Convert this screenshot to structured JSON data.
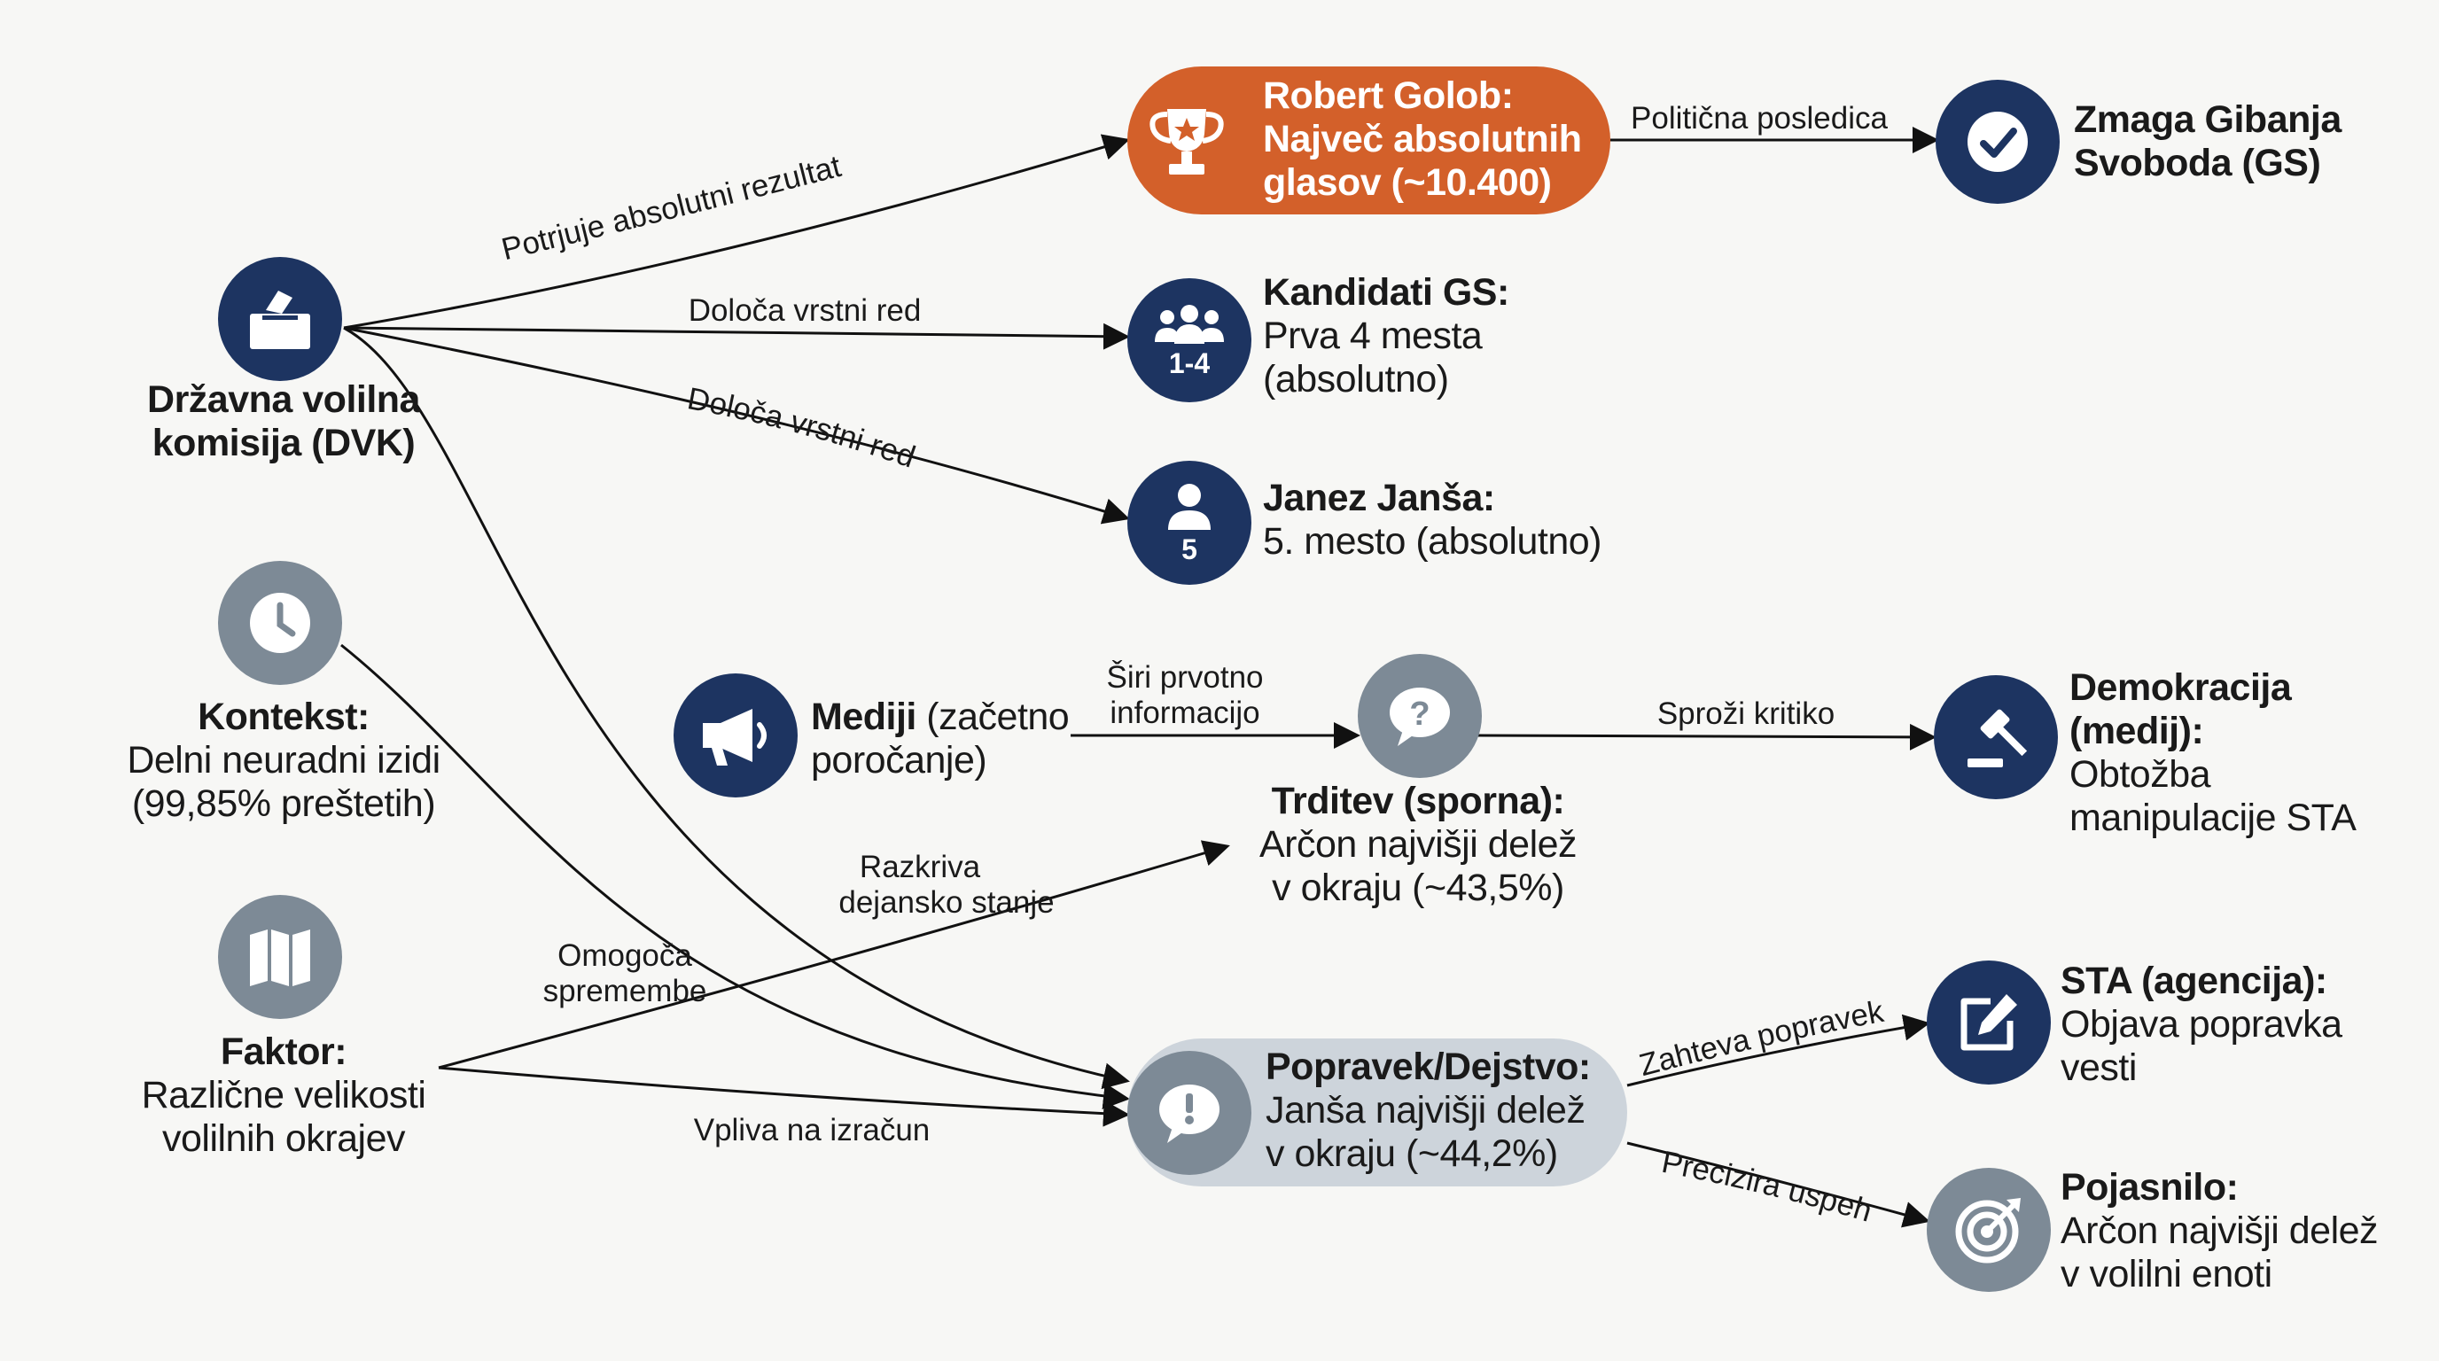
{
  "nodes": {
    "dvk": {
      "title": "Državna volilna komisija (DVK)",
      "line1": "Državna volilna",
      "line2": "komisija (DVK)",
      "icon": "ballot-box-icon"
    },
    "context": {
      "title": "Kontekst:",
      "line1": "Delni neuradni izidi",
      "line2": "(99,85% preštetih)",
      "icon": "clock-icon"
    },
    "factor": {
      "title": "Faktor:",
      "line1": "Različne velikosti",
      "line2": "volilnih okrajev",
      "icon": "map-icon"
    },
    "golob": {
      "line1": "Robert Golob:",
      "line2": "Največ absolutnih",
      "line3": "glasov (~10.400)",
      "icon": "trophy-icon"
    },
    "gs_win": {
      "line1": "Zmaga Gibanja",
      "line2": "Svoboda (GS)",
      "icon": "check-icon"
    },
    "gs_candidates": {
      "title": "Kandidati GS:",
      "line1": "Prva 4 mesta",
      "line2": "(absolutno)",
      "badge": "1-4",
      "icon": "group-icon"
    },
    "jansa": {
      "title": "Janez Janša:",
      "line1": "5. mesto (absolutno)",
      "badge": "5",
      "icon": "user-icon"
    },
    "media": {
      "title": "Mediji",
      "rest1": " (začetno",
      "line2": "poročanje)",
      "icon": "megaphone-icon"
    },
    "claim": {
      "title": "Trditev (sporna):",
      "line1": "Arčon najvišji delež",
      "line2": "v okraju (~43,5%)",
      "icon": "question-bubble-icon"
    },
    "democracy": {
      "line1": "Demokracija",
      "line2": "(medij):",
      "line3": "Obtožba",
      "line4": "manipulacije STA",
      "icon": "gavel-icon"
    },
    "correction": {
      "title": "Popravek/Dejstvo:",
      "line1": "Janša najvišji delež",
      "line2": "v okraju (~44,2%)",
      "icon": "exclamation-bubble-icon"
    },
    "sta": {
      "title": "STA (agencija):",
      "line1": "Objava popravka",
      "line2": "vesti",
      "icon": "edit-icon"
    },
    "clarification": {
      "title": "Pojasnilo:",
      "line1": "Arčon najvišji delež",
      "line2": "v volilni enoti",
      "icon": "target-icon"
    }
  },
  "edges": {
    "confirms": "Potrjuje absolutni rezultat",
    "political": "Politična posledica",
    "order1": "Določa vrstni red",
    "order2": "Določa vrstni red",
    "spreads1": "Širi prvotno",
    "spreads2": "informacijo",
    "critique": "Sproži kritiko",
    "reveals1": "Razkriva",
    "reveals2": "dejansko stanje",
    "enables1": "Omogoča",
    "enables2": "spremembe",
    "affects": "Vpliva na izračun",
    "demands": "Zahteva popravek",
    "clarifies": "Precizira uspeh"
  },
  "colors": {
    "navy": "#1d3461",
    "gray": "#7d8a96",
    "orange": "#d3602a",
    "pill_gray": "#cdd4db"
  }
}
